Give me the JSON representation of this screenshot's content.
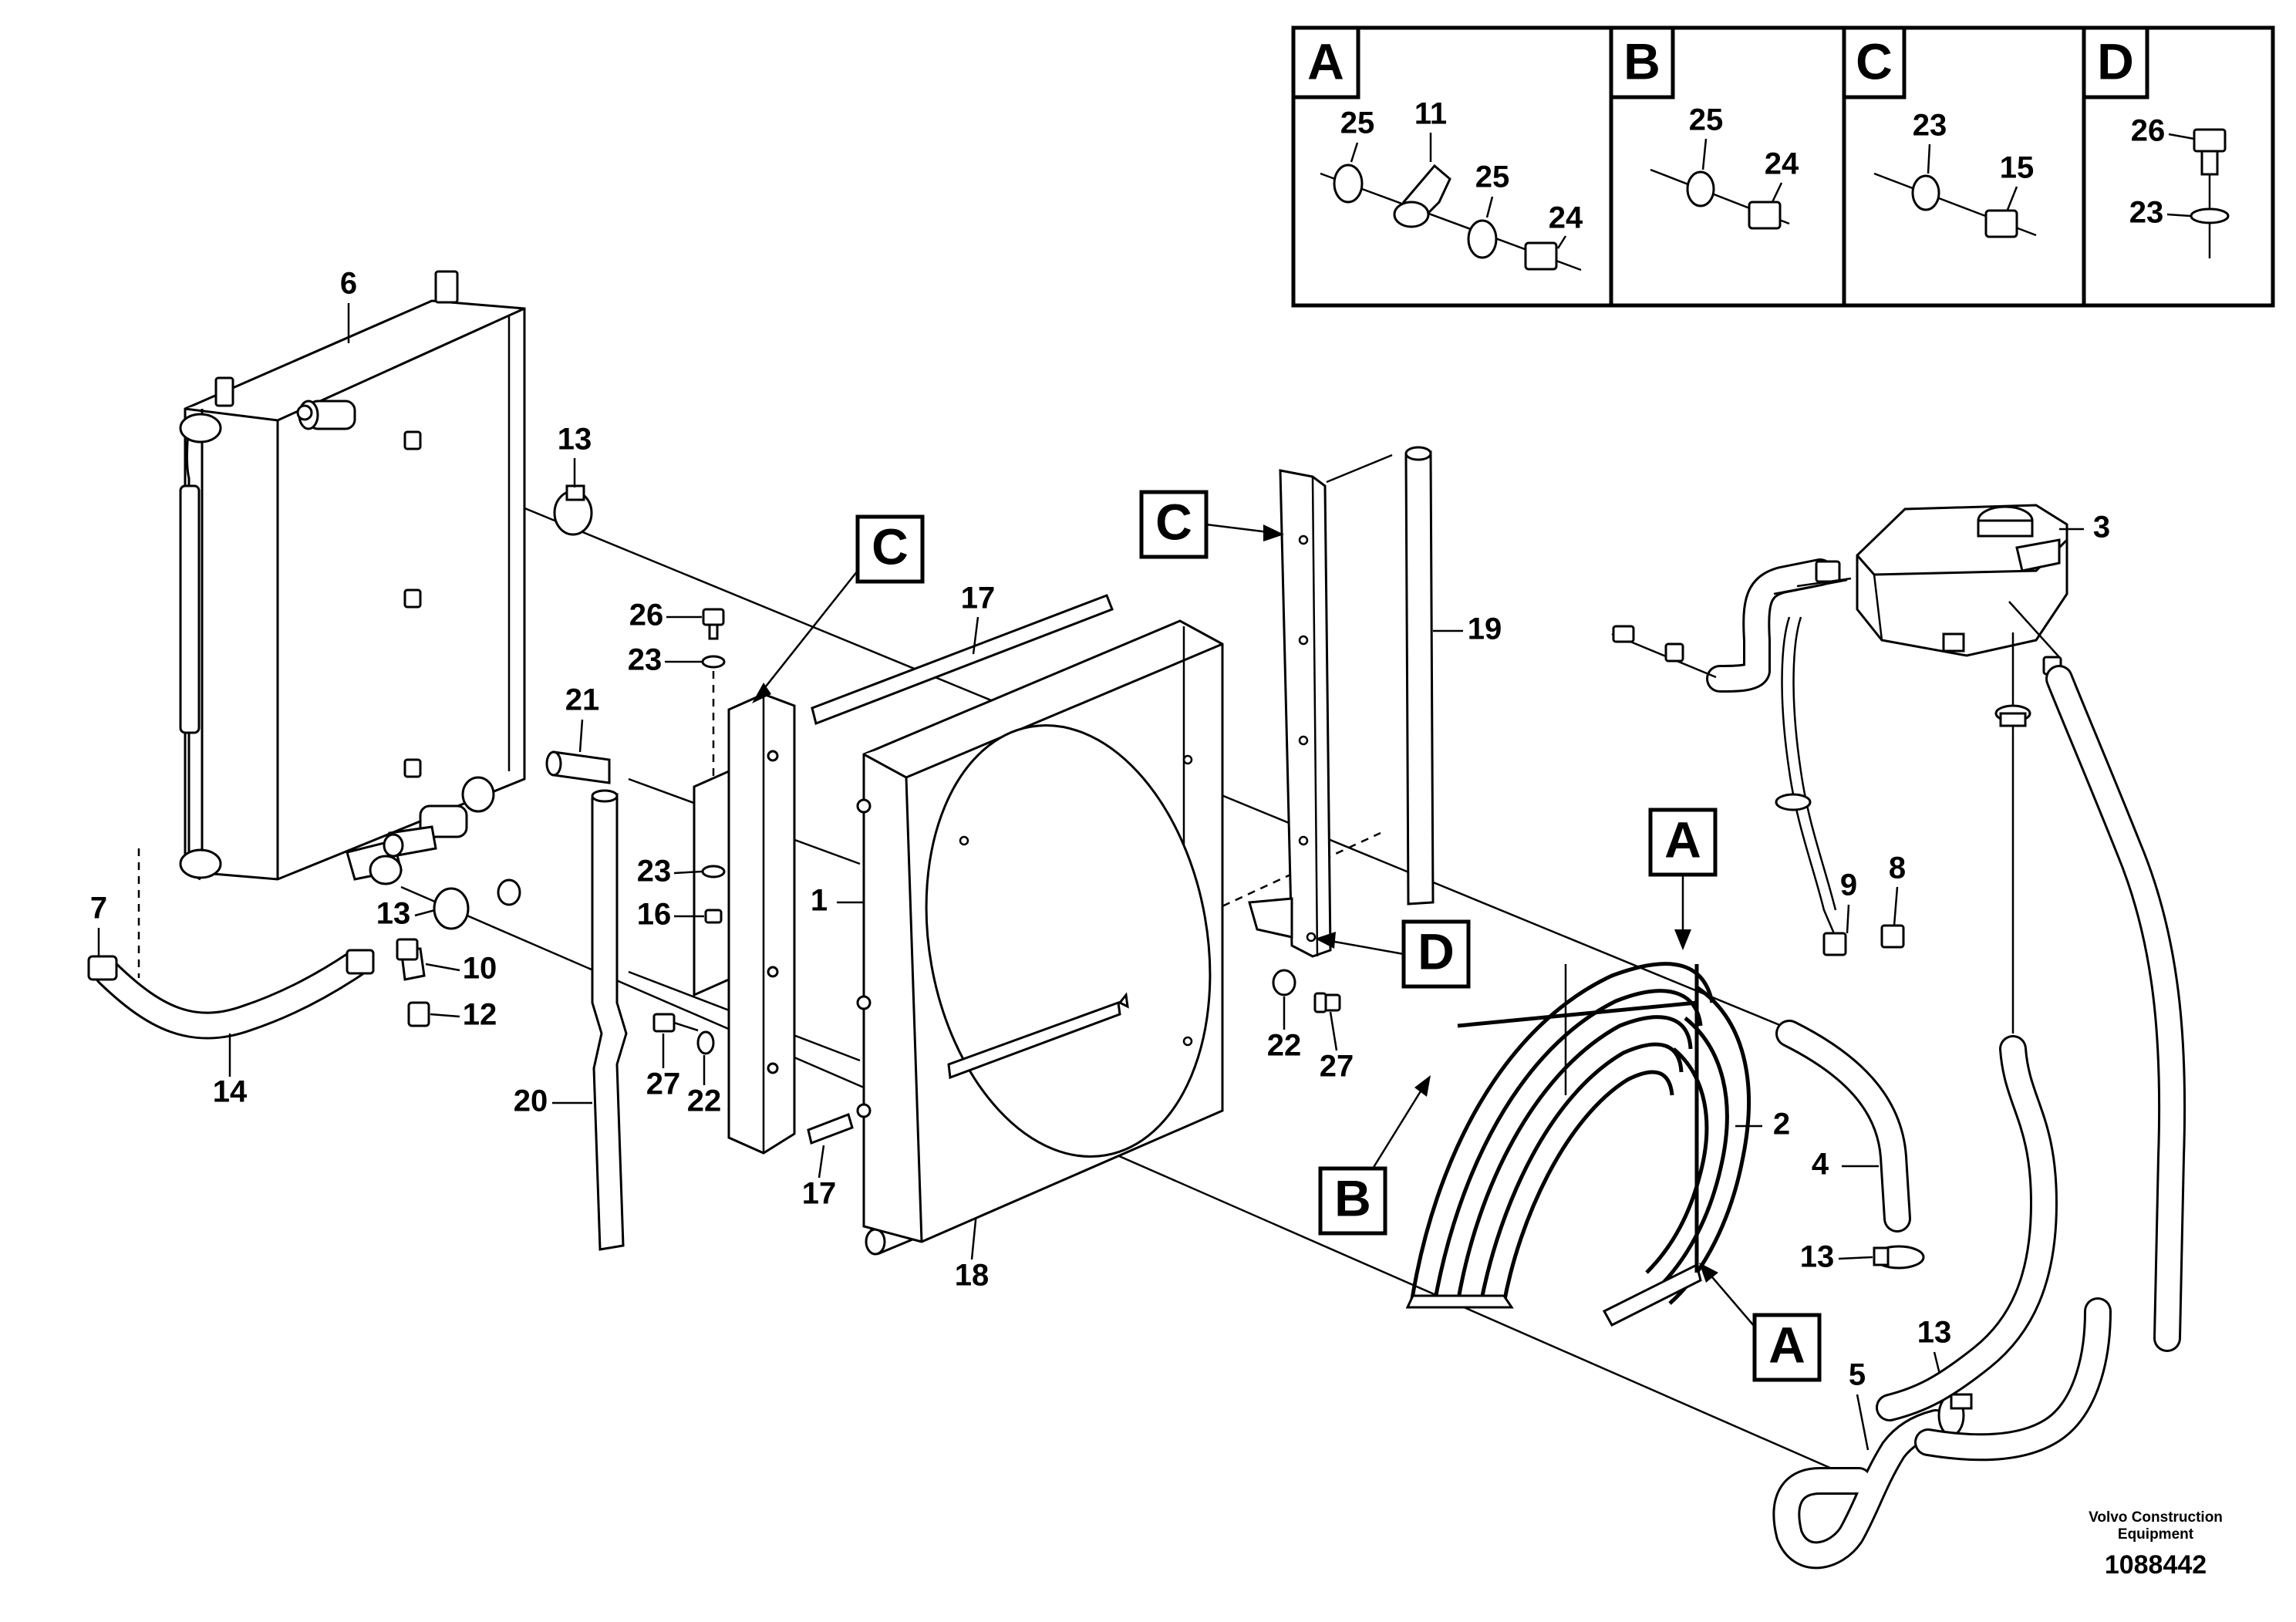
{
  "detail_views": [
    {
      "letter": "A",
      "callouts": [
        "25",
        "11",
        "25",
        "24"
      ]
    },
    {
      "letter": "B",
      "callouts": [
        "25",
        "24"
      ]
    },
    {
      "letter": "C",
      "callouts": [
        "23",
        "15"
      ]
    },
    {
      "letter": "D",
      "callouts": [
        "26",
        "23"
      ]
    }
  ],
  "view_markers": [
    "C",
    "C",
    "A",
    "A",
    "B",
    "D"
  ],
  "callouts": {
    "radiator": "6",
    "clamp_upper": "13",
    "clamp_lower": "13",
    "clamp_hose4": "13",
    "clamp_hose5": "13",
    "fitting_7": "7",
    "elbow_10": "10",
    "cap_12": "12",
    "hose_14": "14",
    "bolt_26": "26",
    "washer_23a": "23",
    "washer_23b": "23",
    "bolt_16": "16",
    "sleeve_21": "21",
    "seal_20": "20",
    "bolt_27a": "27",
    "washer_22a": "22",
    "seal_17_top": "17",
    "seal_17_bottom": "17",
    "shroud_1": "1",
    "seal_18": "18",
    "seal_19": "19",
    "washer_22b": "22",
    "bolt_27b": "27",
    "fan_guard_2": "2",
    "hose_4": "4",
    "hose_5": "5",
    "tank_3": "3",
    "fitting_9": "9",
    "fitting_8": "8"
  },
  "footer": {
    "brand_line1": "Volvo Construction",
    "brand_line2": "Equipment",
    "doc_number": "1088442"
  }
}
